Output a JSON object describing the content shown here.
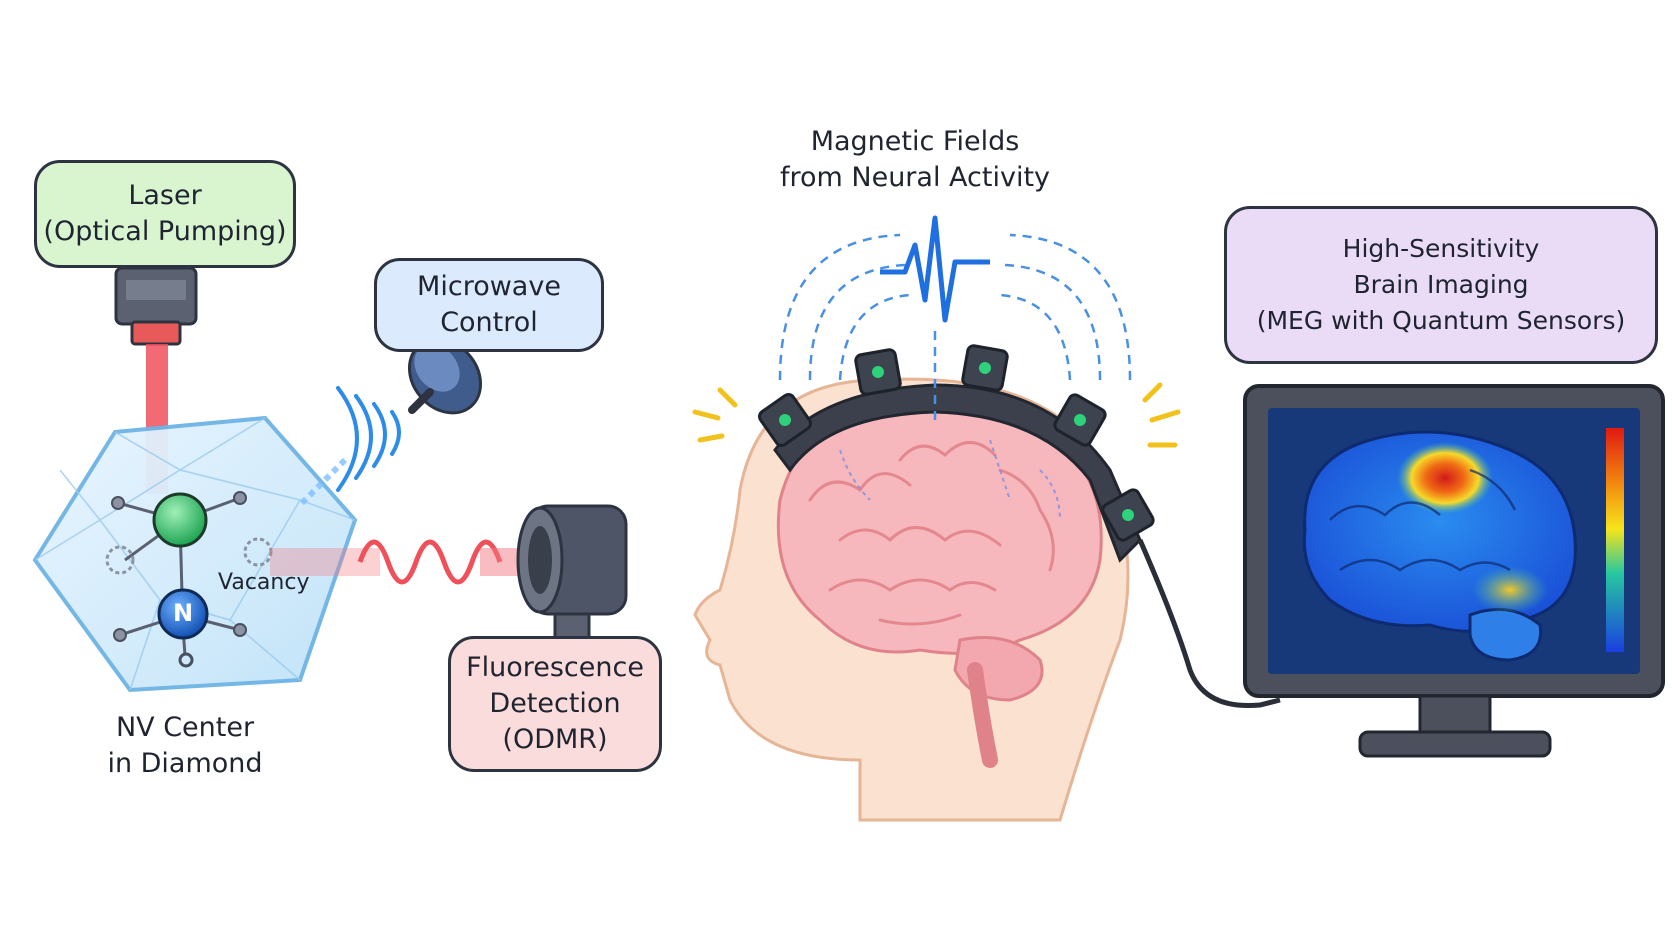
{
  "labels": {
    "laser": [
      "Laser",
      "(Optical Pumping)"
    ],
    "microwave": [
      "Microwave",
      "Control"
    ],
    "vacancy": "Vacancy",
    "nitrogen": "N",
    "nv_center": [
      "NV Center",
      "in Diamond"
    ],
    "fluorescence": [
      "Fluorescence",
      "Detection",
      "(ODMR)"
    ],
    "magnetic": [
      "Magnetic Fields",
      "from Neural Activity"
    ],
    "imaging": [
      "High-Sensitivity",
      "Brain Imaging",
      "(MEG with Quantum Sensors)"
    ]
  },
  "colors": {
    "laser_box": "#d8f5d0",
    "microwave_box": "#dbeafc",
    "fluorescence_box": "#fbdcdc",
    "imaging_box": "#eadcf7",
    "laser_beam": "#f0505a",
    "field_lines": "#4a90e2",
    "brain": "#f6b8bc",
    "skin": "#fbe1d0",
    "screen": "#17397a",
    "nv_atom": "#2fc46a",
    "n_atom": "#1a62c9"
  }
}
